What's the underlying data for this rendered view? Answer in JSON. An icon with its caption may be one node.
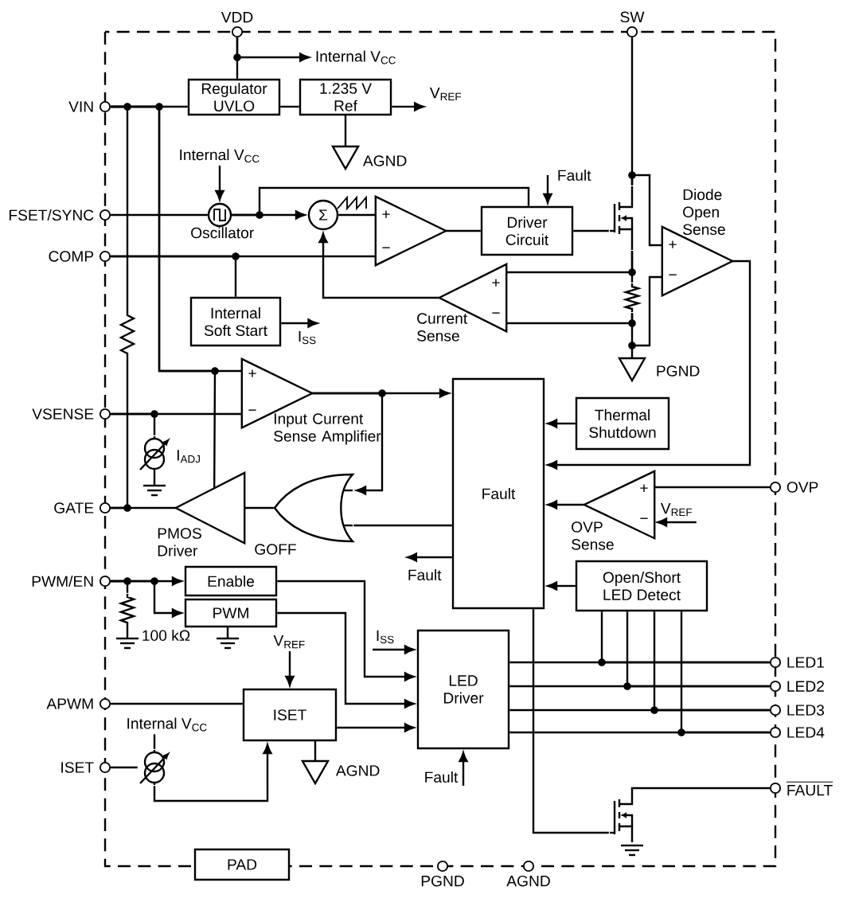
{
  "diagram": {
    "nodes": [
      {
        "text": [
          "VDD"
        ]
      },
      {
        "text": [
          "SW"
        ]
      },
      {
        "text": [
          "VIN"
        ]
      },
      {
        "text": [
          "Regulator UVLO"
        ]
      },
      {
        "text": [
          "1.235 V Ref"
        ]
      },
      {
        "text": [
          "FSET/SYNC"
        ]
      },
      {
        "text": [],
        "shape": "circle",
        "beside": [
          "Oscillator"
        ]
      },
      {
        "text": [
          "Σ"
        ]
      },
      {
        "text": [
          "+",
          "−"
        ]
      },
      {
        "text": [
          "Driver Circuit"
        ]
      },
      {
        "text": [],
        "shape": "transistor"
      },
      {
        "text": [
          "+",
          "−"
        ],
        "beside": [
          "Diode Open Sense"
        ]
      },
      {
        "text": [
          "COMP"
        ]
      },
      {
        "text": [
          "+",
          "−"
        ],
        "beside": [
          "Current Sense"
        ]
      },
      {
        "text": [
          "Internal Soft Start"
        ]
      },
      {
        "text": [
          "VSENSE"
        ]
      },
      {
        "text": [
          "+",
          "−"
        ],
        "beside": [
          "Input Current Sense Amplifier"
        ]
      },
      {
        "text": [
          "Fault"
        ]
      },
      {
        "text": [
          "Thermal Shutdown"
        ]
      },
      {
        "text": [
          "GATE"
        ]
      },
      {
        "text": [],
        "shape": "or-gate"
      },
      {
        "text": [],
        "shape": "triangle",
        "beside": [
          "PMOS Driver"
        ]
      },
      {
        "text": [
          "+",
          "−"
        ],
        "beside": [
          "OVP Sense"
        ]
      },
      {
        "text": [
          "OVP"
        ]
      },
      {
        "text": [
          "Open/Short LED Detect"
        ]
      },
      {
        "text": [
          "PWM/EN"
        ]
      },
      {
        "text": [
          "Enable"
        ]
      },
      {
        "text": [
          "PWM"
        ]
      },
      {
        "text": [
          "LED Driver"
        ]
      },
      {
        "text": [
          "LED1"
        ]
      },
      {
        "text": [
          "LED2"
        ]
      },
      {
        "text": [
          "LED3"
        ]
      },
      {
        "text": [
          "LED4"
        ]
      },
      {
        "text": [
          "APWM"
        ]
      },
      {
        "text": [
          "ISET"
        ]
      },
      {
        "text": [
          "ISET"
        ]
      },
      {
        "text": [
          "FAULT"
        ]
      },
      {
        "text": [],
        "shape": "transistor"
      },
      {
        "text": [
          "PAD"
        ]
      },
      {
        "text": [
          "PGND"
        ]
      },
      {
        "text": [
          "AGND"
        ]
      },
      {
        "text": [
          "Internal V$_{CC}$"
        ]
      },
      {
        "text": [
          "V$_{REF}$"
        ]
      },
      {
        "text": [
          "Internal V$_{CC}$"
        ]
      },
      {
        "text": [
          "Fault"
        ]
      },
      {
        "text": [
          "I$_{SS}$"
        ]
      },
      {
        "text": [
          "V$_{REF}$"
        ]
      },
      {
        "text": [
          "Fault"
        ]
      },
      {
        "text": [
          "I$_{SS}$"
        ]
      },
      {
        "text": [
          "V$_{REF}$"
        ]
      },
      {
        "text": [
          "Internal V$_{CC}$"
        ]
      },
      {
        "text": [
          "Fault"
        ]
      },
      {
        "text": [],
        "shape": "resistor"
      },
      {
        "text": [],
        "shape": "current-source",
        "beside": [
          "I$_{ADJ}$"
        ]
      },
      {
        "text": [],
        "shape": "current-source"
      },
      {
        "text": [],
        "shape": "resistor"
      }
    ],
    "edges": [
      {
        "from": 0,
        "to": 3,
        "arrow": "none"
      },
      {
        "from": 2,
        "to": 3,
        "arrow": "none"
      },
      {
        "from": 3,
        "to": 4,
        "arrow": "none"
      },
      {
        "from": 4,
        "to": 42,
        "arrow": "to"
      },
      {
        "from": 0,
        "to": 41,
        "arrow": "to"
      },
      {
        "from": 43,
        "to": 6,
        "arrow": "to"
      },
      {
        "from": 5,
        "to": 6,
        "arrow": "none"
      },
      {
        "from": 6,
        "to": 7,
        "arrow": "to"
      },
      {
        "from": 6,
        "to": 9,
        "arrow": "none"
      },
      {
        "from": 7,
        "to": 8,
        "arrow": "none"
      },
      {
        "from": 12,
        "to": 8,
        "arrow": "none"
      },
      {
        "from": 8,
        "to": 9,
        "arrow": "none"
      },
      {
        "from": 9,
        "to": 10,
        "arrow": "none"
      },
      {
        "from": 1,
        "to": 10,
        "arrow": "none"
      },
      {
        "from": 10,
        "to": 11,
        "arrow": "none"
      },
      {
        "from": 10,
        "to": 13,
        "arrow": "none"
      },
      {
        "from": 13,
        "to": 7,
        "arrow": "to"
      },
      {
        "from": 12,
        "to": 14,
        "arrow": "none"
      },
      {
        "from": 14,
        "to": 45,
        "arrow": "to"
      },
      {
        "from": 15,
        "to": 16,
        "arrow": "none"
      },
      {
        "from": 2,
        "to": 16,
        "arrow": "none"
      },
      {
        "from": 2,
        "to": 21,
        "arrow": "none"
      },
      {
        "from": 2,
        "to": 19,
        "arrow": "none"
      },
      {
        "from": 16,
        "to": 20,
        "arrow": "to"
      },
      {
        "from": 16,
        "to": 17,
        "arrow": "to"
      },
      {
        "from": 17,
        "to": 20,
        "arrow": "none"
      },
      {
        "from": 20,
        "to": 21,
        "arrow": "none",
        "label": "GOFF"
      },
      {
        "from": 21,
        "to": 19,
        "arrow": "none"
      },
      {
        "from": 17,
        "to": 47,
        "arrow": "to"
      },
      {
        "from": 18,
        "to": 17,
        "arrow": "to"
      },
      {
        "from": 11,
        "to": 17,
        "arrow": "to"
      },
      {
        "from": 23,
        "to": 22,
        "arrow": "none"
      },
      {
        "from": 22,
        "to": 17,
        "arrow": "to"
      },
      {
        "from": 46,
        "to": 22,
        "arrow": "to"
      },
      {
        "from": 24,
        "to": 17,
        "arrow": "to"
      },
      {
        "from": 44,
        "to": 9,
        "arrow": "to"
      },
      {
        "from": 25,
        "to": 26,
        "arrow": "to"
      },
      {
        "from": 25,
        "to": 27,
        "arrow": "to"
      },
      {
        "from": 26,
        "to": 28,
        "arrow": "to"
      },
      {
        "from": 27,
        "to": 28,
        "arrow": "to"
      },
      {
        "from": 48,
        "to": 28,
        "arrow": "to"
      },
      {
        "from": 34,
        "to": 28,
        "arrow": "to"
      },
      {
        "from": 33,
        "to": 34,
        "arrow": "none"
      },
      {
        "from": 49,
        "to": 34,
        "arrow": "to"
      },
      {
        "from": 35,
        "to": 54,
        "arrow": "none"
      },
      {
        "from": 54,
        "to": 34,
        "arrow": "to"
      },
      {
        "from": 50,
        "to": 54,
        "arrow": "none"
      },
      {
        "from": 28,
        "to": 29,
        "arrow": "none"
      },
      {
        "from": 28,
        "to": 30,
        "arrow": "none"
      },
      {
        "from": 28,
        "to": 31,
        "arrow": "none"
      },
      {
        "from": 28,
        "to": 32,
        "arrow": "none"
      },
      {
        "from": 24,
        "to": 29,
        "arrow": "none"
      },
      {
        "from": 24,
        "to": 30,
        "arrow": "none"
      },
      {
        "from": 24,
        "to": 31,
        "arrow": "none"
      },
      {
        "from": 24,
        "to": 32,
        "arrow": "none"
      },
      {
        "from": 17,
        "to": 37,
        "arrow": "none"
      },
      {
        "from": 37,
        "to": 36,
        "arrow": "none"
      },
      {
        "from": 51,
        "to": 28,
        "arrow": "to"
      },
      {
        "from": 10,
        "to": 52,
        "arrow": "none"
      },
      {
        "from": 52,
        "to": 13,
        "arrow": "none"
      },
      {
        "from": 52,
        "to": 11,
        "arrow": "none"
      },
      {
        "from": 15,
        "to": 53,
        "arrow": "none"
      },
      {
        "from": 25,
        "to": 55,
        "arrow": "none"
      }
    ],
    "labels": [
      "AGND",
      "PGND",
      "100 kΩ",
      "AGND"
    ]
  }
}
